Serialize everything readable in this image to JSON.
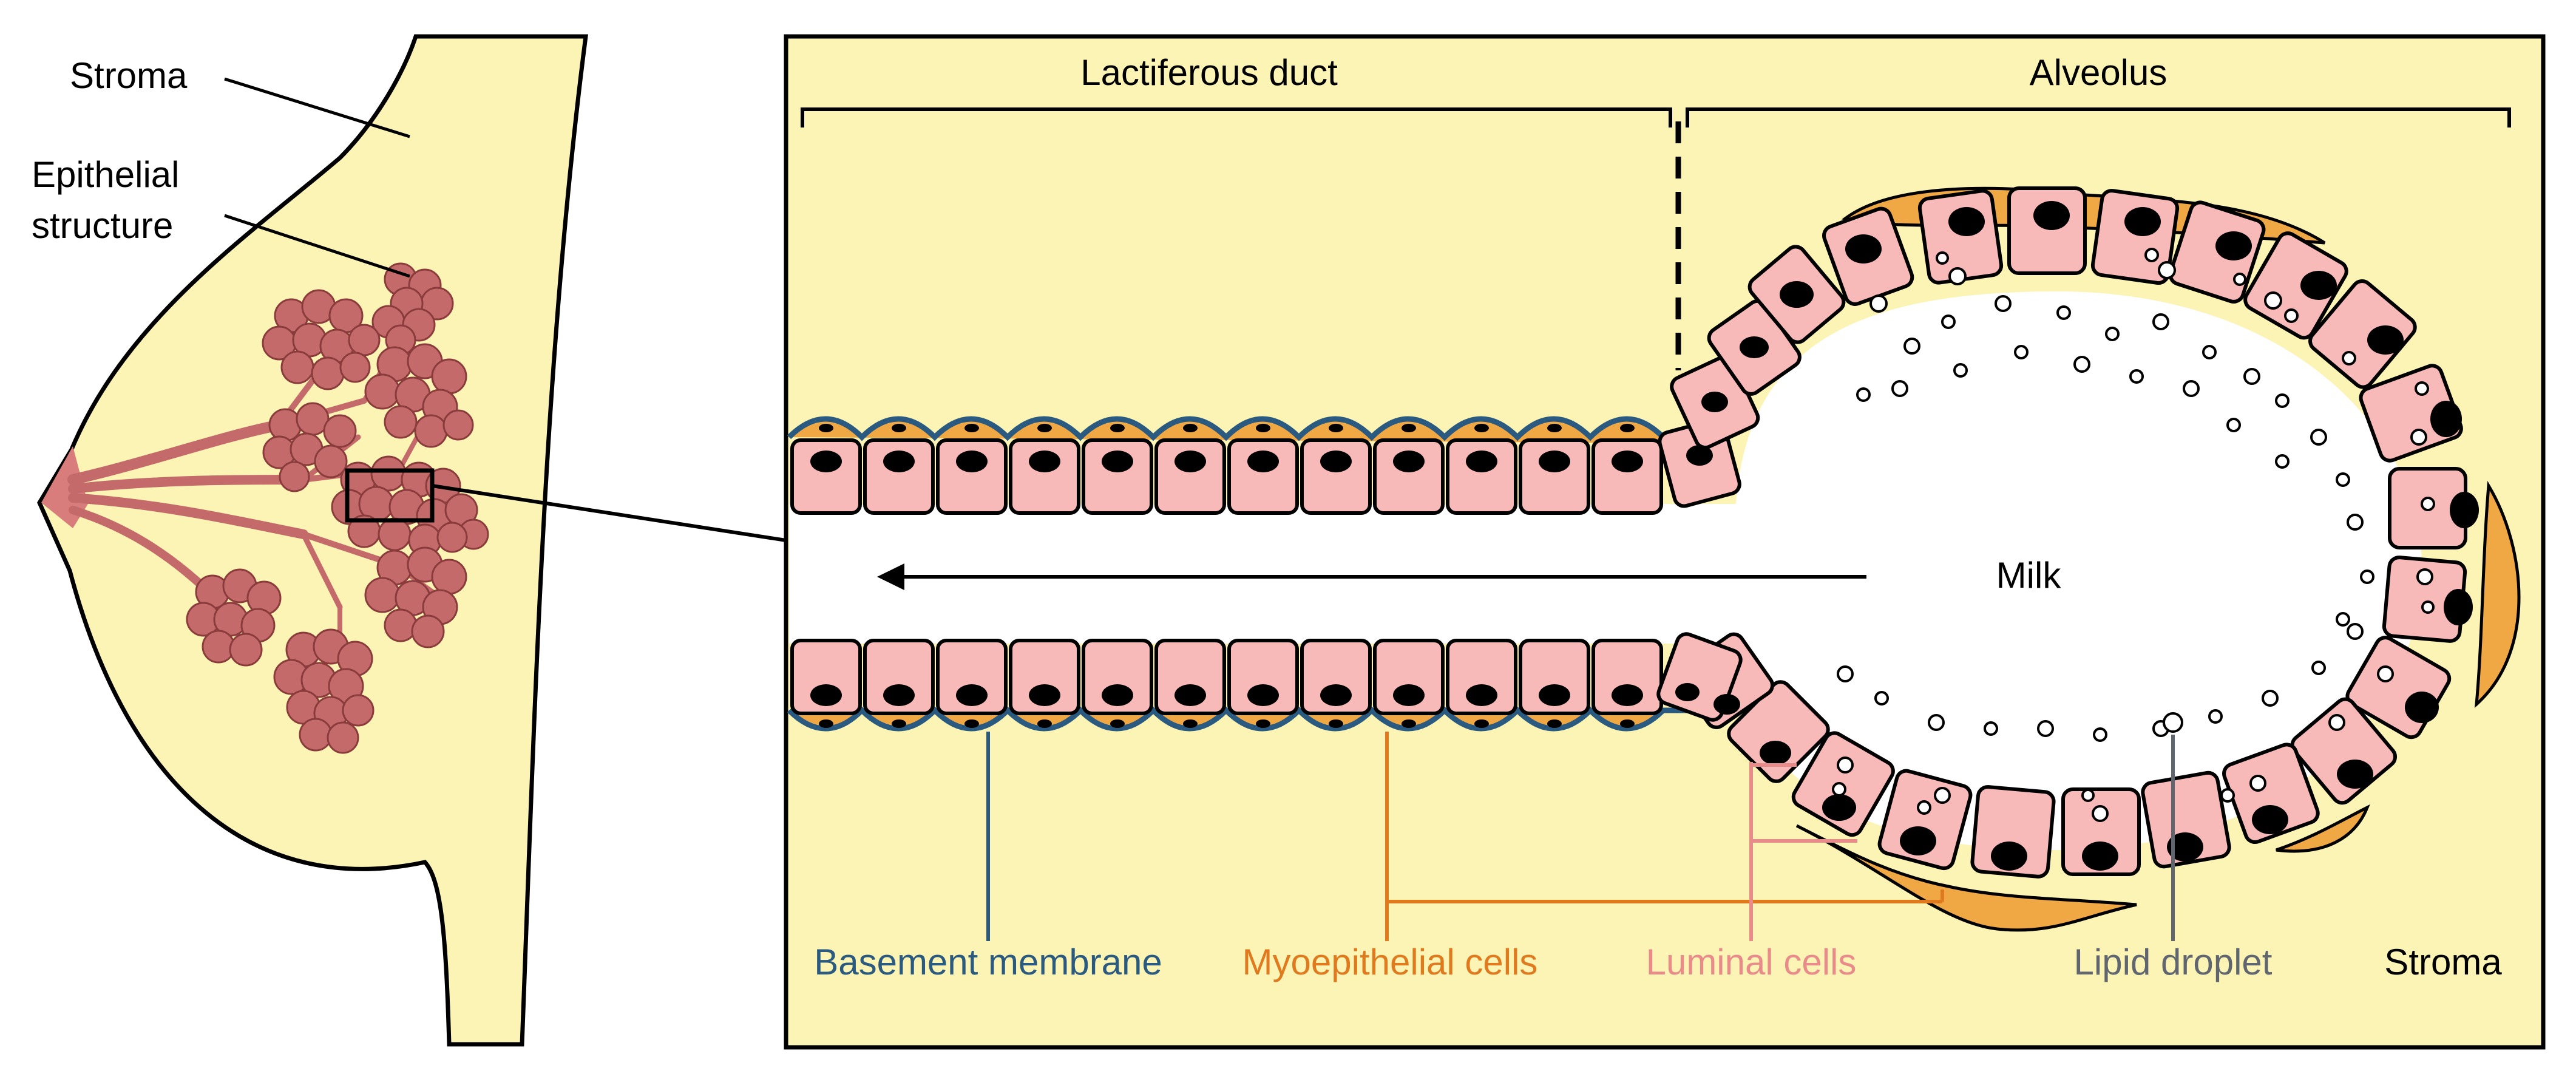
{
  "labels": {
    "stroma_left": "Stroma",
    "epithelial_line1": "Epithelial",
    "epithelial_line2": "structure",
    "lactiferous_duct": "Lactiferous duct",
    "alveolus": "Alveolus",
    "milk": "Milk",
    "basement_membrane": "Basement membrane",
    "myoepithelial_cells": "Myoepithelial cells",
    "luminal_cells": "Luminal cells",
    "lipid_droplet": "Lipid droplet",
    "stroma_right": "Stroma"
  },
  "colors": {
    "stroma_fill": "#fcf4b4",
    "luminal_cell": "#f8b9b9",
    "myoepithelial": "#f0a845",
    "basement_membrane": "#2b5a80",
    "lobule": "#c46a6a",
    "lobule_stroke": "#8a3b3b",
    "label_basement": "#2b5a80",
    "label_myoepithelial": "#e07a1f",
    "label_luminal": "#e98b8b",
    "label_lipid": "#5f6670"
  }
}
